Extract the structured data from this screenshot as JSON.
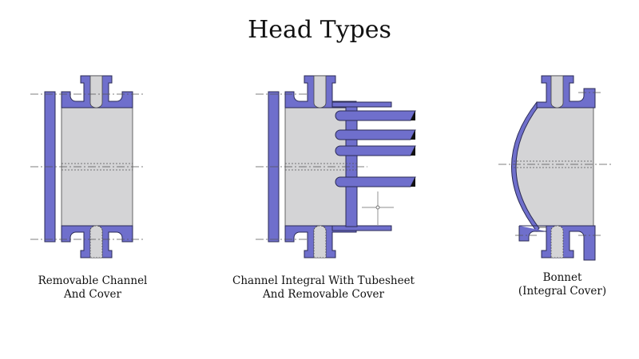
{
  "title": "Head Types",
  "colors": {
    "metal": "#6f6fcc",
    "fluid": "#d4d4d6",
    "outline": "#2b2b55"
  },
  "heads": [
    {
      "lines": [
        "Removable Channel",
        "And Cover"
      ]
    },
    {
      "lines": [
        "Channel Integral With Tubesheet",
        "And Removable Cover"
      ]
    },
    {
      "lines": [
        "Bonnet",
        "(Integral Cover)"
      ]
    }
  ]
}
